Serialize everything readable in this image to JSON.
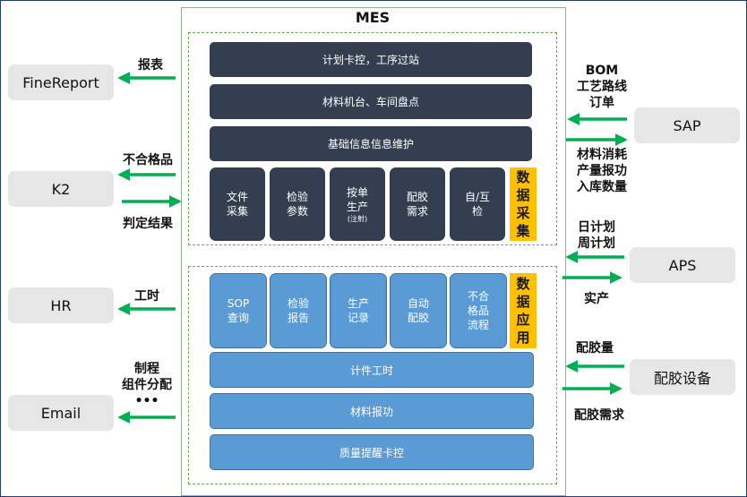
{
  "mes": {
    "title": "MES"
  },
  "collect": {
    "bars": [
      "计划卡控，工序过站",
      "材料机台、车间盘点",
      "基础信息信息维护"
    ],
    "boxes": [
      {
        "lines": [
          "文件",
          "采集"
        ]
      },
      {
        "lines": [
          "检验",
          "参数"
        ]
      },
      {
        "lines": [
          "按单",
          "生产"
        ],
        "note": "(注射)"
      },
      {
        "lines": [
          "配胶",
          "需求"
        ]
      },
      {
        "lines": [
          "自/互",
          "检"
        ]
      }
    ],
    "tag": [
      "数",
      "据",
      "采",
      "集"
    ]
  },
  "apply": {
    "boxes": [
      {
        "lines": [
          "SOP",
          "查询"
        ]
      },
      {
        "lines": [
          "检验",
          "报告"
        ]
      },
      {
        "lines": [
          "生产",
          "记录"
        ]
      },
      {
        "lines": [
          "自动",
          "配胶"
        ]
      },
      {
        "lines": [
          "不合",
          "格品",
          "流程"
        ]
      }
    ],
    "bars": [
      "计件工时",
      "材料报功",
      "质量提醒卡控"
    ],
    "tag": [
      "数",
      "据",
      "应",
      "用"
    ]
  },
  "systems": {
    "finereport": "FineReport",
    "k2": "K2",
    "hr": "HR",
    "email": "Email",
    "sap": "SAP",
    "aps": "APS",
    "dispensing": "配胶设备"
  },
  "labels": {
    "report": "报表",
    "nonconforming": "不合格品",
    "judgement": "判定结果",
    "worktime": "工时",
    "email_lines": [
      "制程",
      "组件分配",
      "•••"
    ],
    "sap_in": [
      "BOM",
      "工艺路线",
      "订单"
    ],
    "sap_out": [
      "材料消耗",
      "产量报功",
      "入库数量"
    ],
    "aps_in": [
      "日计划",
      "周计划"
    ],
    "aps_out": "实产",
    "disp_in": "配胶量",
    "disp_out": "配胶需求"
  },
  "colors": {
    "arrow": "#00b050",
    "dark_module": "#333f50",
    "blue_module": "#5b9bd5",
    "tag": "#ffc000",
    "system": "#e7e6e6"
  }
}
